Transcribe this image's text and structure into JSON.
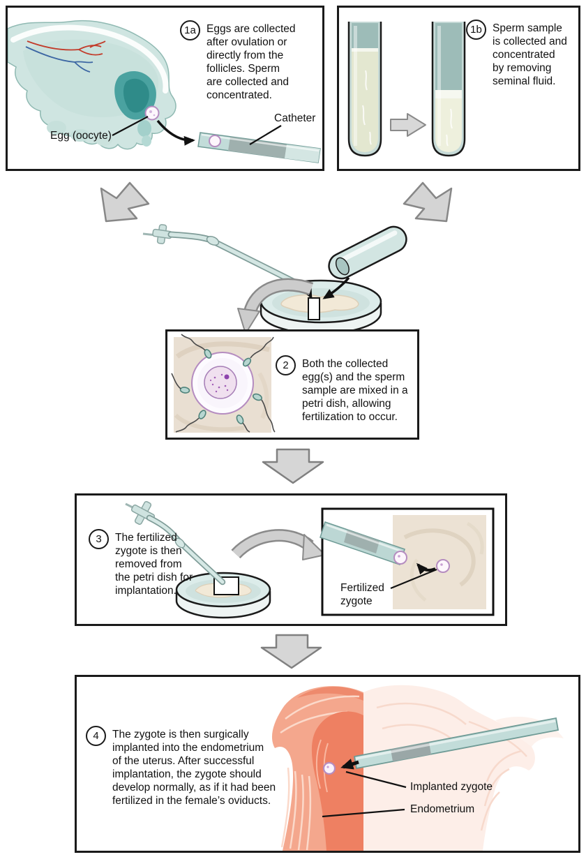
{
  "steps": {
    "step1a": {
      "badge": "1a",
      "text": "Eggs are collected\nafter ovulation or\ndirectly from the\nfollicles. Sperm\nare collected and\nconcentrated."
    },
    "step1b": {
      "badge": "1b",
      "text": "Sperm sample\nis collected and\nconcentrated\nby removing\nseminal fluid."
    },
    "step2": {
      "badge": "2",
      "text": "Both the collected\negg(s) and the sperm\nsample are mixed in a\npetri dish, allowing\nfertilization to occur."
    },
    "step3": {
      "badge": "3",
      "text": "The fertilized\nzygote is then\nremoved from\nthe petri dish for\nimplantation."
    },
    "step4": {
      "badge": "4",
      "text": "The zygote is then surgically\nimplanted into the endometrium\nof the uterus. After successful\nimplantation, the zygote should\ndevelop normally, as if it had been\nfertilized in the female’s oviducts."
    }
  },
  "labels": {
    "egg": "Egg (oocyte)",
    "catheter": "Catheter",
    "fertilized_zygote": "Fertilized\nzygote",
    "implanted_zygote": "Implanted zygote",
    "endometrium": "Endometrium"
  },
  "palette": {
    "panel_border": "#1a1a1a",
    "tissue_teal": "#cfe5e1",
    "follicle_teal": "#2f8b89",
    "glass_teal": "#c6dad7",
    "fluid_yellow": "#e3e7d0",
    "flow_arrow_gray": "#d6d6d6",
    "arrow_outline_gray": "#808080",
    "petri_dish_teal": "#dcecea",
    "dish_media_tan": "#e9dfd2",
    "egg_ring_purple": "#b58cc0",
    "uterus_salmon": "#f4a78d",
    "uterus_cavity": "#ee8062",
    "uterus_pale": "#fdeee8",
    "vessel_red": "#c23b2a",
    "vessel_blue": "#3c66a3"
  }
}
